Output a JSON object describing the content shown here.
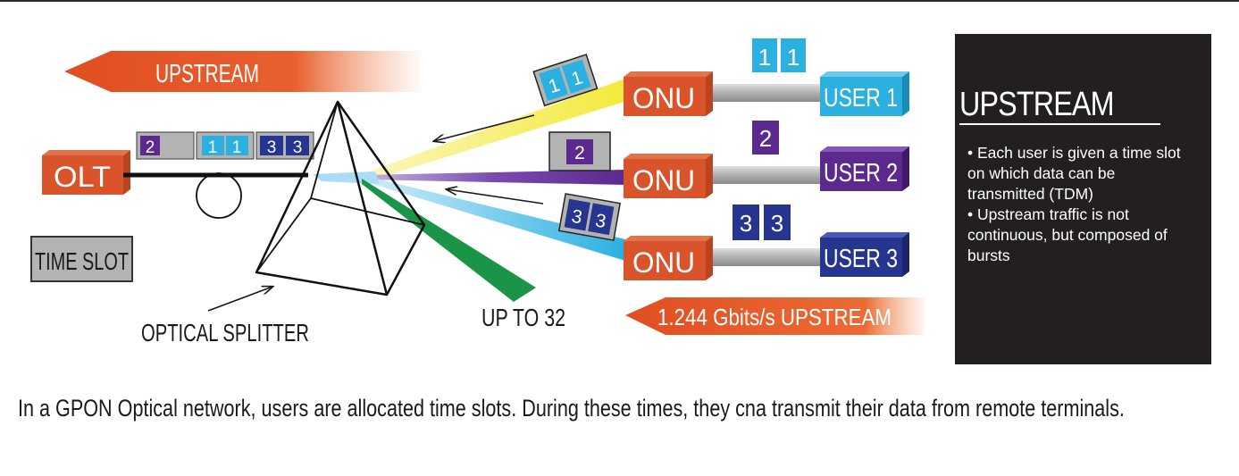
{
  "diagram": {
    "upstream_arrow_label": "UPSTREAM",
    "olt_label": "OLT",
    "time_slot_label": "TIME SLOT",
    "splitter_label": "OPTICAL SPLITTER",
    "up_to_label": "UP TO 32",
    "rate_label": "1.244 Gbits/s UPSTREAM",
    "fiber_slots": [
      "2",
      "1",
      "1",
      "3",
      "3"
    ],
    "onus": [
      {
        "label": "ONU",
        "packet": [
          "1",
          "1"
        ],
        "user_label": "USER 1",
        "user_data": [
          "1",
          "1"
        ],
        "color": "#2bb0e0"
      },
      {
        "label": "ONU",
        "packet": [
          "2"
        ],
        "user_label": "USER 2",
        "user_data": [
          "2"
        ],
        "color": "#5c2a8e"
      },
      {
        "label": "ONU",
        "packet": [
          "3",
          "3"
        ],
        "user_label": "USER 3",
        "user_data": [
          "3",
          "3"
        ],
        "color": "#26358f"
      }
    ],
    "colors": {
      "orange": "#d9542a",
      "user1": "#2bb0e0",
      "user2": "#5c2a8e",
      "user3": "#26358f",
      "yellow": "#f3ea39",
      "green": "#1a9447",
      "light_blue": "#a9ddf5",
      "gray_box": "#b3b3b3"
    }
  },
  "side_panel": {
    "title": "UPSTREAM",
    "bullets": [
      "• Each user is given a time slot on which data can be transmitted (TDM)",
      "• Upstream traffic is not continuous, but composed of bursts"
    ]
  },
  "caption": "In a GPON Optical network, users are allocated time slots.  During these times, they cna transmit their data from remote terminals."
}
